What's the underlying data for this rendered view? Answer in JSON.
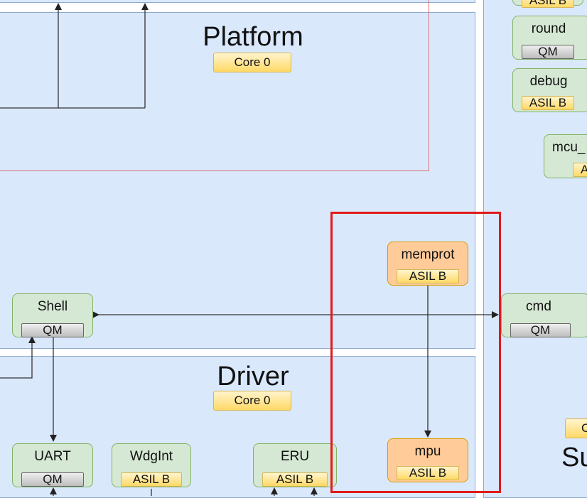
{
  "platform": {
    "title": "Platform",
    "core": "Core 0"
  },
  "driver": {
    "title": "Driver",
    "core": "Core 0"
  },
  "partial_right_title": "Su",
  "partial_right_badge": "C",
  "nodes": {
    "top_partial": {
      "tag": "ASIL B"
    },
    "round": {
      "label": "round",
      "tag": "QM"
    },
    "debug": {
      "label": "debug",
      "tag": "ASIL B"
    },
    "mcu": {
      "label": "mcu_",
      "tag": "A"
    },
    "memprot": {
      "label": "memprot",
      "tag": "ASIL B"
    },
    "shell": {
      "label": "Shell",
      "tag": "QM"
    },
    "cmd": {
      "label": "cmd",
      "tag": "QM"
    },
    "uart": {
      "label": "UART",
      "tag": "QM"
    },
    "wdgint": {
      "label": "WdgInt",
      "tag": "ASIL B"
    },
    "eru": {
      "label": "ERU",
      "tag": "ASIL B"
    },
    "mpu": {
      "label": "mpu",
      "tag": "ASIL B"
    }
  },
  "colors": {
    "region": "#dae8fc",
    "node_green": "#d5e8d4",
    "node_orange": "#ffcc99",
    "highlight": "#e01b1b",
    "badge": "#ffd966"
  }
}
